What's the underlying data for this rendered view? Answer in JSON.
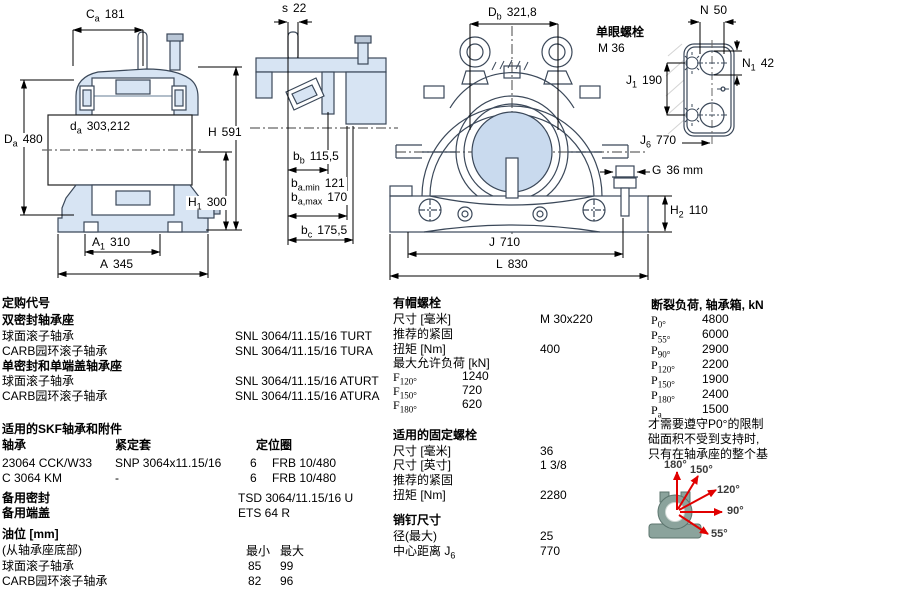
{
  "colors": {
    "drawing_fill_blue": "#d7e4f3",
    "bore_blue": "#c9daee",
    "line_dark": "#3b4859",
    "dim_black": "#000000",
    "arrow_red": "#e10000",
    "mini_housing_gray": "#8ba39c"
  },
  "dims": {
    "ca": {
      "sym": "C",
      "sub": "a",
      "val": "181"
    },
    "s": {
      "sym": "s",
      "sub": "",
      "val": "22"
    },
    "db": {
      "sym": "D",
      "sub": "b",
      "val": "321,8"
    },
    "eyebolt_title": "单眼螺栓",
    "eyebolt_size": "M 36",
    "n": {
      "sym": "N",
      "sub": "",
      "val": "50"
    },
    "n1": {
      "sym": "N",
      "sub": "1",
      "val": "42"
    },
    "j1": {
      "sym": "J",
      "sub": "1",
      "val": "190"
    },
    "j6": {
      "sym": "J",
      "sub": "6",
      "val": "770"
    },
    "g": {
      "sym": "G",
      "sub": "",
      "val": "36 mm"
    },
    "h2": {
      "sym": "H",
      "sub": "2",
      "val": "110"
    },
    "da_outer": {
      "sym": "D",
      "sub": "a",
      "val": "480"
    },
    "da_inner": {
      "sym": "d",
      "sub": "a",
      "val": "303,212"
    },
    "h": {
      "sym": "H",
      "sub": "",
      "val": "591"
    },
    "h1": {
      "sym": "H",
      "sub": "1",
      "val": "300"
    },
    "a1": {
      "sym": "A",
      "sub": "1",
      "val": "310"
    },
    "a": {
      "sym": "A",
      "sub": "",
      "val": "345"
    },
    "bb": {
      "sym": "b",
      "sub": "b",
      "val": "115,5"
    },
    "ba_min": {
      "sym": "b",
      "sub": "a,min",
      "val": "121"
    },
    "ba_max": {
      "sym": "b",
      "sub": "a,max",
      "val": "170"
    },
    "bc": {
      "sym": "b",
      "sub": "c",
      "val": "175,5"
    },
    "j": {
      "sym": "J",
      "sub": "",
      "val": "710"
    },
    "l": {
      "sym": "L",
      "sub": "",
      "val": "830"
    }
  },
  "ordering": {
    "title": "定购代号",
    "group1_title": "双密封轴承座",
    "g1r1_name": "球面滚子轴承",
    "g1r1_code": "SNL 3064/11.15/16 TURT",
    "g1r2_name": "CARB园环滚子轴承",
    "g1r2_code": "SNL 3064/11.15/16 TURA",
    "group2_title": "单密封和单端盖轴承座",
    "g2r1_name": "球面滚子轴承",
    "g2r1_code": "SNL 3064/11.15/16 ATURT",
    "g2r2_name": "CARB园环滚子轴承",
    "g2r2_code": "SNL 3064/11.15/16 ATURA"
  },
  "accessories": {
    "title": "适用的SKF轴承和附件",
    "col_bearing": "轴承",
    "col_sleeve": "紧定套",
    "col_ring": "定位圈",
    "r1_bearing": "23064 CCK/W33",
    "r1_sleeve": "SNP 3064x11.15/16",
    "r1_qty": "6",
    "r1_ring": "FRB 10/480",
    "r2_bearing": "C 3064 KM",
    "r2_sleeve": "-",
    "r2_qty": "6",
    "r2_ring": "FRB 10/480",
    "spare_seal_label": "备用密封",
    "spare_seal": "TSD 3064/11.15/16 U",
    "spare_cover_label": "备用端盖",
    "spare_cover": "ETS 64 R"
  },
  "oil_level": {
    "title": "油位 [mm]",
    "note": "(从轴承座底部)",
    "min": "最小",
    "max": "最大",
    "r1_name": "球面滚子轴承",
    "r1_min": "85",
    "r1_max": "99",
    "r2_name": "CARB园环滚子轴承",
    "r2_min": "82",
    "r2_max": "96"
  },
  "cap_bolts": {
    "title": "有帽螺栓",
    "size_label": "尺寸 [毫米]",
    "size": "M 30x220",
    "rec_label": "推荐的紧固",
    "torque_label": "扭矩 [Nm]",
    "torque": "400",
    "load_label": "最大允许负荷 [kN]",
    "f1": {
      "sym": "F",
      "sub": "120°",
      "val": "1240"
    },
    "f2": {
      "sym": "F",
      "sub": "150°",
      "val": "720"
    },
    "f3": {
      "sym": "F",
      "sub": "180°",
      "val": "620"
    }
  },
  "fixing_bolts": {
    "title": "适用的固定螺栓",
    "size_mm_label": "尺寸 [毫米]",
    "size_mm": "36",
    "size_in_label": "尺寸 [英寸]",
    "size_in": "1 3/8",
    "rec_label": "推荐的紧固",
    "torque_label": "扭矩 [Nm]",
    "torque": "2280"
  },
  "dowel": {
    "title": "销钉尺寸",
    "dia_label": "径(最大)",
    "dia": "25",
    "cc_pre": "中心距离 J",
    "cc_sub": "6",
    "cc": "770"
  },
  "breaking_loads": {
    "title": "断裂负荷, 轴承箱, kN",
    "p1": {
      "sym": "P",
      "sub": "0°",
      "val": "4800"
    },
    "p2": {
      "sym": "P",
      "sub": "55°",
      "val": "6000"
    },
    "p3": {
      "sym": "P",
      "sub": "90°",
      "val": "2900"
    },
    "p4": {
      "sym": "P",
      "sub": "120°",
      "val": "2200"
    },
    "p5": {
      "sym": "P",
      "sub": "150°",
      "val": "1900"
    },
    "p6": {
      "sym": "P",
      "sub": "180°",
      "val": "2400"
    },
    "p7": {
      "sym": "P",
      "sub": "a",
      "val": "1500"
    },
    "note1": "才需要遵守P0°的限制",
    "note2": "础面积不受到支持时,",
    "note3": "只有在轴承座的整个基",
    "a180": "180°",
    "a150": "150°",
    "a120": "120°",
    "a90": "90°",
    "a55": "55°"
  }
}
